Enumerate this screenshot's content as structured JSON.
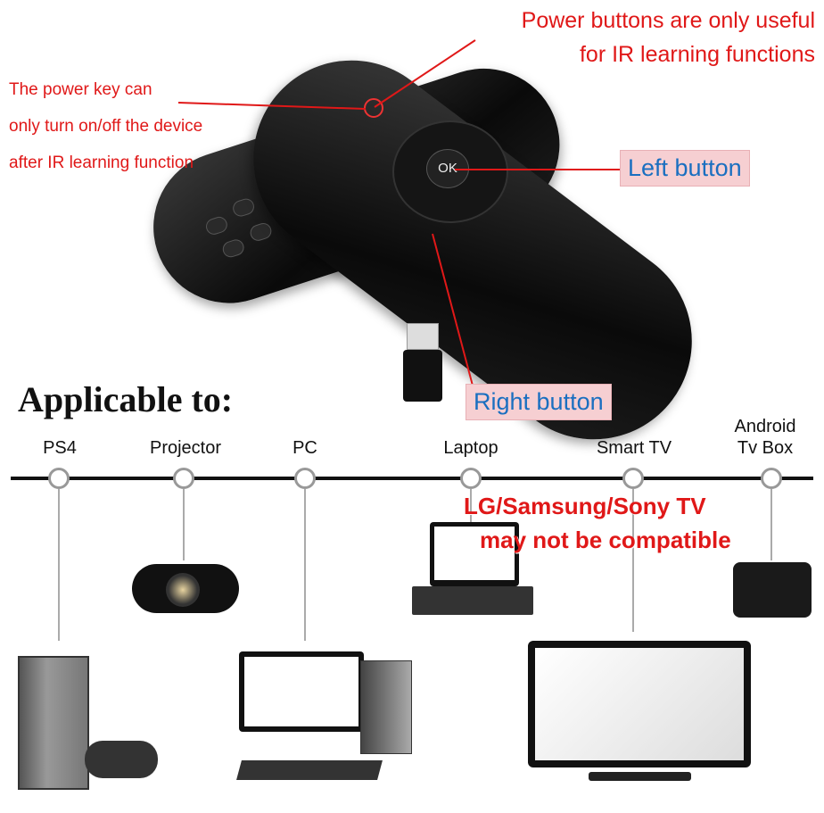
{
  "annotations": {
    "power_note_top": [
      "Power buttons are only useful",
      "for IR learning functions"
    ],
    "power_note_left": [
      "The power key can",
      "only turn on/off the device",
      "after IR learning function"
    ],
    "left_button": "Left button",
    "right_button": "Right button",
    "ok_label": "OK"
  },
  "section_title": "Applicable to:",
  "devices": [
    {
      "label": "PS4"
    },
    {
      "label": "Projector"
    },
    {
      "label": "PC"
    },
    {
      "label": "Laptop"
    },
    {
      "label": "Smart TV"
    },
    {
      "label": "Android\nTv Box"
    }
  ],
  "warning": [
    "LG/Samsung/Sony TV",
    "may not be compatible"
  ],
  "colors": {
    "red": "#e01818",
    "callout_bg": "#f6cfd2",
    "callout_text": "#1a6fc0"
  }
}
